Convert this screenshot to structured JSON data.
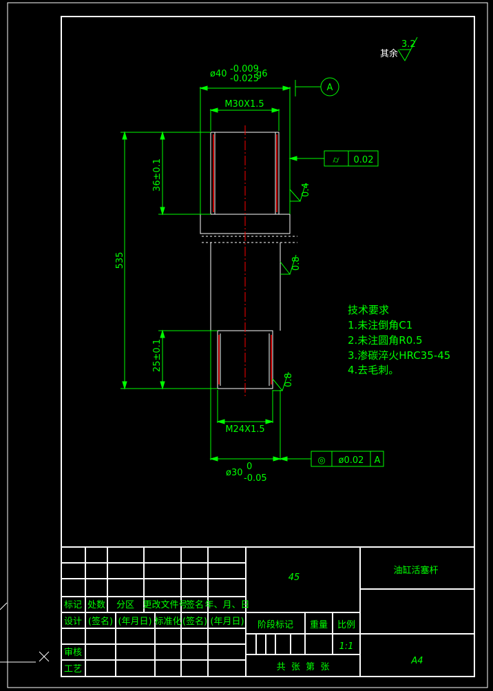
{
  "surface_roughness": {
    "prefix": "其余",
    "value": "3.2"
  },
  "dimensions": {
    "head_diameter": "ø40",
    "head_diameter_upper": "-0.009",
    "head_diameter_lower": "-0.025",
    "head_diameter_fit": "g6",
    "top_thread": "M30X1.5",
    "top_thread_length": "36±0.1",
    "total_length": "535",
    "bottom_thread_length": "25±0.1",
    "bottom_thread": "M24X1.5",
    "shaft_diameter": "ø30",
    "shaft_diameter_upper": "0",
    "shaft_diameter_lower": "-0.05",
    "roughness_a": "0.4",
    "roughness_b": "0.8",
    "roughness_c": "0.8"
  },
  "datum": "A",
  "tolerances": {
    "cylindricity_symbol": "⌭",
    "cylindricity_value": "0.02",
    "coaxiality_symbol": "◎",
    "coaxiality_value": "ø0.02",
    "coaxiality_datum": "A"
  },
  "notes": {
    "title": "技术要求",
    "items": [
      "1.未注倒角C1",
      "2.未注圆角R0.5",
      "3.渗碳淬火HRC35-45",
      "4.去毛刺。"
    ]
  },
  "title_block": {
    "material": "45",
    "part_name": "油缸活塞杆",
    "sheet_size": "A4",
    "scale": "1:1",
    "rev_headers": [
      "标记",
      "处数",
      "分区",
      "更改文件号",
      "签名",
      "年、月、日"
    ],
    "design_row": [
      "设计",
      "(签名)",
      "(年月日)",
      "标准化",
      "(签名)",
      "(年月日)"
    ],
    "review": "审核",
    "process": "工艺",
    "stage_mark": "阶段标记",
    "weight": "重量",
    "scale_label": "比例",
    "sheet_count": "共  张  第  张"
  },
  "colors": {
    "background": "#000000",
    "frame": "#ffffff",
    "dimension": "#00ff00",
    "centerline": "#ff0000",
    "outline": "#ffffff"
  }
}
